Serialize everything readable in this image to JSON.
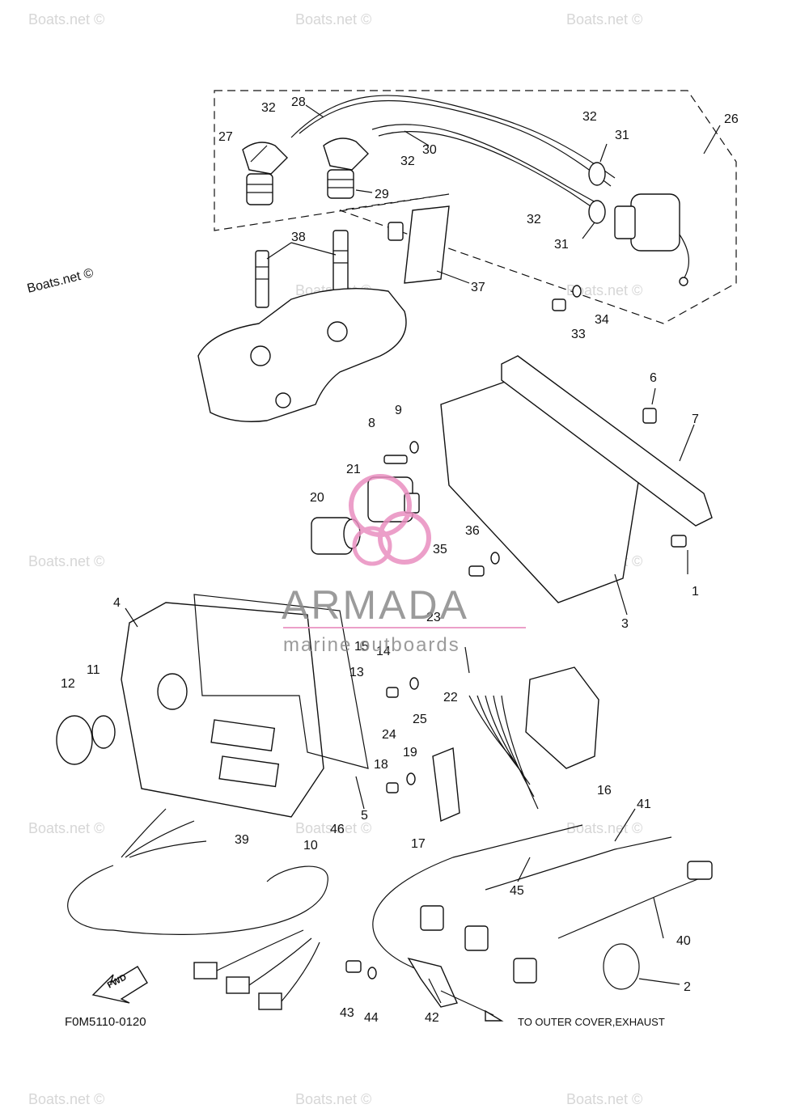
{
  "watermark": "Boats.net ©",
  "source_label": "Boats.net ©",
  "brand": {
    "name": "ARMADA",
    "tagline": "marine outboards",
    "color": "#e98fc0",
    "text_color": "#8a8a8a"
  },
  "figure_code": "F0M5110-0120",
  "fwd_label": "FWD",
  "exhaust_note": "TO OUTER COVER,EXHAUST",
  "part_labels": [
    "1",
    "2",
    "3",
    "4",
    "5",
    "6",
    "7",
    "8",
    "9",
    "10",
    "11",
    "12",
    "13",
    "14",
    "15",
    "16",
    "17",
    "18",
    "19",
    "20",
    "21",
    "22",
    "23",
    "24",
    "25",
    "26",
    "27",
    "28",
    "29",
    "30",
    "31",
    "31",
    "32",
    "32",
    "32",
    "32",
    "33",
    "34",
    "35",
    "36",
    "37",
    "38",
    "39",
    "40",
    "41",
    "42",
    "43",
    "44",
    "45",
    "46"
  ]
}
